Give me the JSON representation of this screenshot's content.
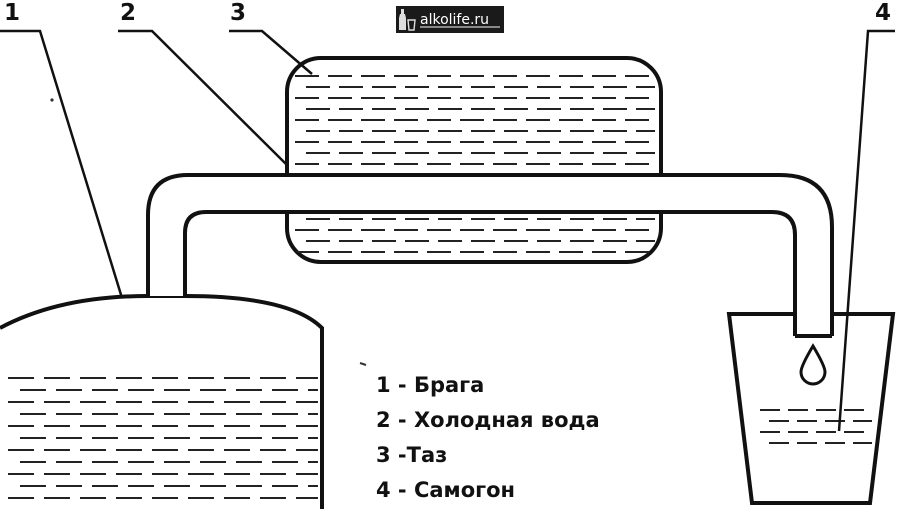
{
  "callouts": [
    {
      "number": "1"
    },
    {
      "number": "2"
    },
    {
      "number": "3"
    },
    {
      "number": "4"
    }
  ],
  "legend": [
    {
      "text": "1 - Брага"
    },
    {
      "text": "2 - Холодная вода"
    },
    {
      "text": "3 -Таз"
    },
    {
      "text": "4 - Самогон"
    }
  ],
  "watermark": {
    "text": "alkolife.ru",
    "icon": "bottle-glass-logo-icon"
  },
  "colors": {
    "ink": "#111111",
    "background": "#ffffff",
    "watermark_bg": "#1a1a1a"
  }
}
